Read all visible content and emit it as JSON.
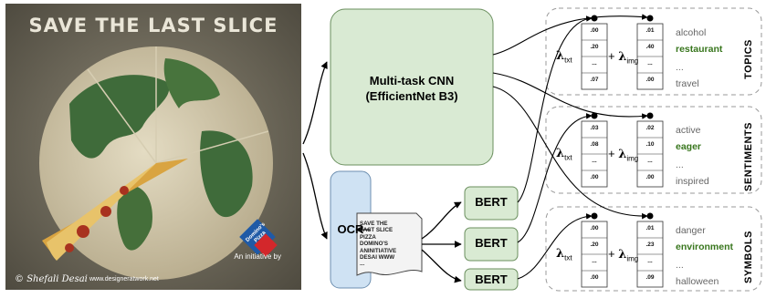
{
  "poster": {
    "title": "SAVE THE LAST SLICE",
    "logo_text": "Domino's Pizza",
    "initiative": "An initiative by",
    "signature": "Shefali Desai",
    "website": "www.designeratwork.net"
  },
  "cnn": {
    "line1": "Multi-task CNN",
    "line2": "(EfficientNet B3)"
  },
  "ocr": {
    "label": "OCR",
    "text_lines": [
      "SAVE THE",
      "LAST SLICE",
      "PIZZA",
      "DOMINO'S",
      "ANINITIATIVE",
      "DESAI WWW",
      "..."
    ]
  },
  "bert": {
    "label": "BERT"
  },
  "symbols": {
    "lambda": "λ",
    "sub_txt": "txt",
    "sub_img": "img",
    "plus": "+"
  },
  "groups": [
    {
      "title": "TOPICS",
      "txt_values": [
        ".00",
        ".20",
        "...",
        ".07"
      ],
      "img_values": [
        ".01",
        ".40",
        "...",
        ".00"
      ],
      "labels": [
        "alcohol",
        "restaurant",
        "...",
        "travel"
      ]
    },
    {
      "title": "SENTIMENTS",
      "txt_values": [
        ".03",
        ".08",
        "...",
        ".00"
      ],
      "img_values": [
        ".02",
        ".10",
        "...",
        ".00"
      ],
      "labels": [
        "active",
        "eager",
        "...",
        "inspired"
      ]
    },
    {
      "title": "SYMBOLS",
      "txt_values": [
        ".00",
        ".20",
        "...",
        ".00"
      ],
      "img_values": [
        ".01",
        ".23",
        "...",
        ".09"
      ],
      "labels": [
        "danger",
        "environment",
        "...",
        "halloween"
      ]
    }
  ],
  "colors": {
    "cnn_fill": "#d9ead3",
    "ocr_fill": "#cfe2f3",
    "bert_fill": "#d9ead3",
    "highlight_text": "#38761d",
    "muted_text": "#666666",
    "dashed_border": "#999999"
  }
}
